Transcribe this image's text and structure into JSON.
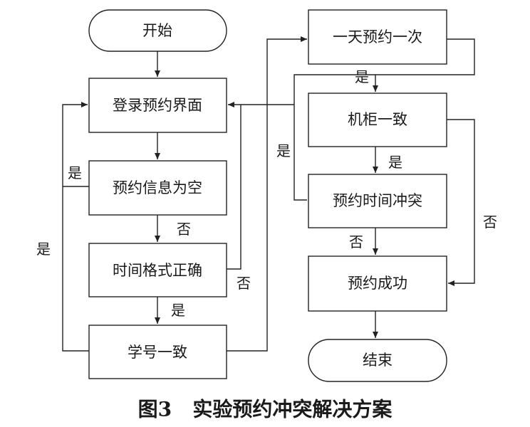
{
  "nodes": {
    "start": "开始",
    "login": "登录预约界面",
    "info_empty": "预约信息为空",
    "time_format": "时间格式正确",
    "student_id": "学号一致",
    "once_a_day": "一天预约一次",
    "cabinet": "机柜一致",
    "time_conflict": "预约时间冲突",
    "success": "预约成功",
    "end": "结束"
  },
  "edges": {
    "info_empty_yes": "是",
    "info_empty_no": "否",
    "time_format_yes": "是",
    "time_format_no": "否",
    "student_id_no": "是",
    "once_a_day_yes": "是",
    "cabinet_yes": "是",
    "cabinet_no": "否",
    "time_conflict_yes": "是",
    "time_conflict_no": "否"
  },
  "caption": "图3   实验预约冲突解决方案"
}
